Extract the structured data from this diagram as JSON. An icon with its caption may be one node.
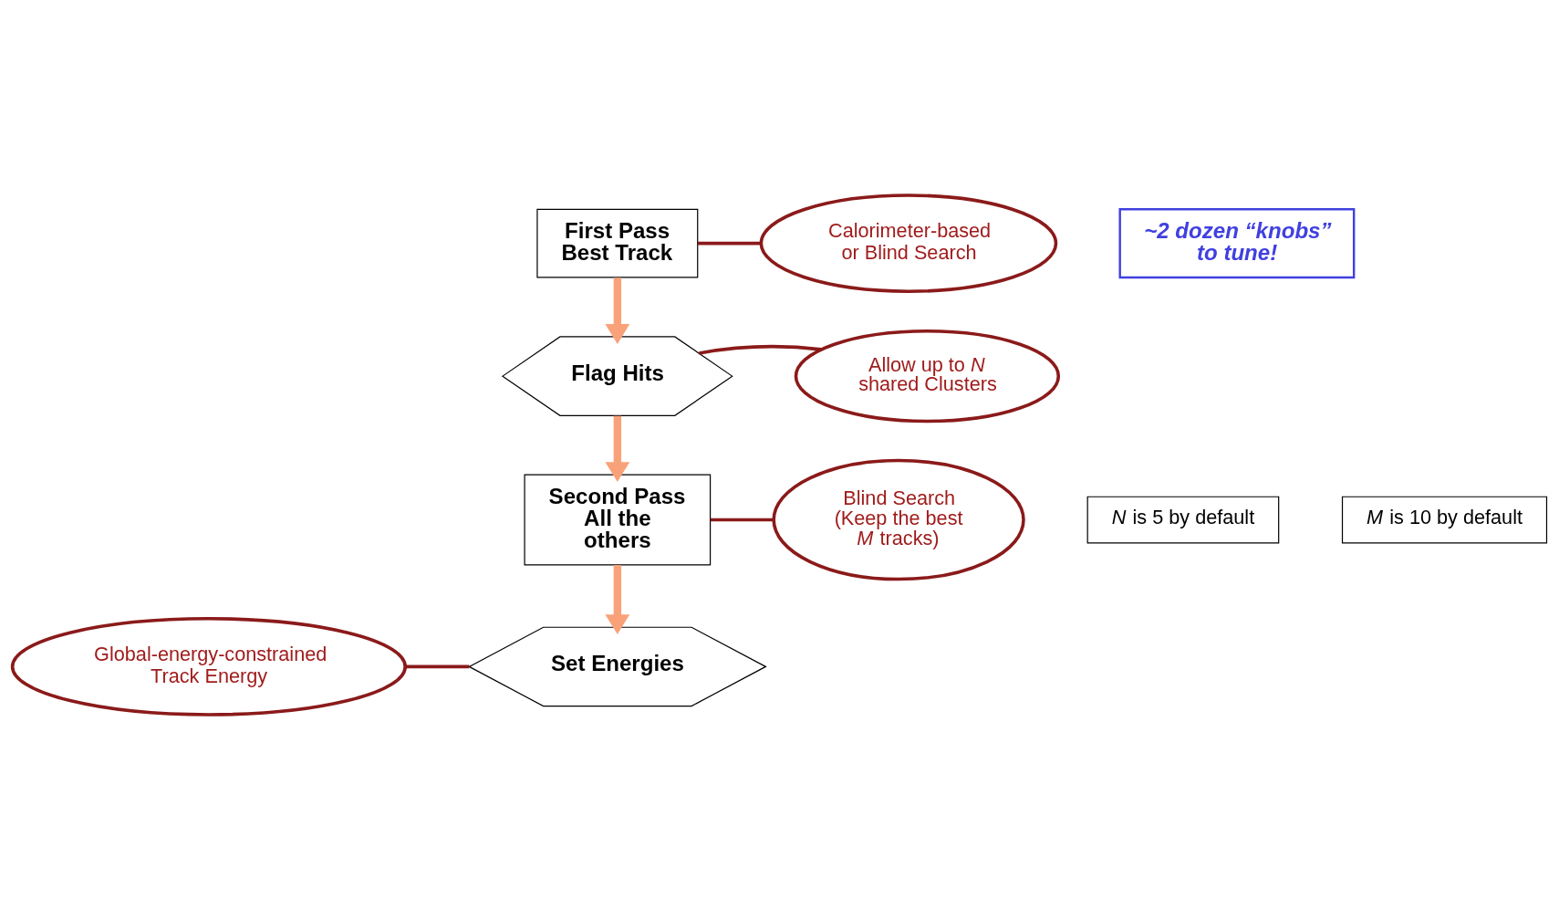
{
  "diagram": {
    "nodes": [
      {
        "text": [
          "First Pass Best Track"
        ]
      },
      {
        "text": [
          "Calorimeter-based or Blind Search"
        ]
      },
      {
        "text": [
          "~2 dozen “knobs” to tune!"
        ]
      },
      {
        "text": [
          "Flag Hits"
        ]
      },
      {
        "text": [
          "*M* is 10 by default"
        ]
      },
      {
        "text": [
          "Allow up to *N* shared Clusters"
        ]
      },
      {
        "text": [
          "Second Pass All the others"
        ]
      },
      {
        "text": [
          "Blind Search (Keep the best *M* tracks)"
        ]
      },
      {
        "text": [
          "*N* is 5 by default"
        ]
      },
      {
        "text": [
          "Global-energy-constrained Track Energy"
        ]
      },
      {
        "text": [
          "Set Energies"
        ]
      }
    ],
    "edges": [
      {
        "from": 0,
        "to": 1,
        "arrow": "none",
        "color": "#8b1a1a"
      },
      {
        "from": 0,
        "to": 3,
        "arrow": "to",
        "style": "thick",
        "color": "#f9a27a"
      },
      {
        "from": 3,
        "to": 5,
        "arrow": "none",
        "color": "#8b1a1a"
      },
      {
        "from": 3,
        "to": 6,
        "arrow": "to",
        "style": "thick",
        "color": "#f9a27a"
      },
      {
        "from": 6,
        "to": 7,
        "arrow": "none",
        "color": "#8b1a1a"
      },
      {
        "from": 6,
        "to": 10,
        "arrow": "to",
        "style": "thick",
        "color": "#f9a27a"
      },
      {
        "from": 9,
        "to": 10,
        "arrow": "none",
        "color": "#8b1a1a"
      }
    ]
  }
}
